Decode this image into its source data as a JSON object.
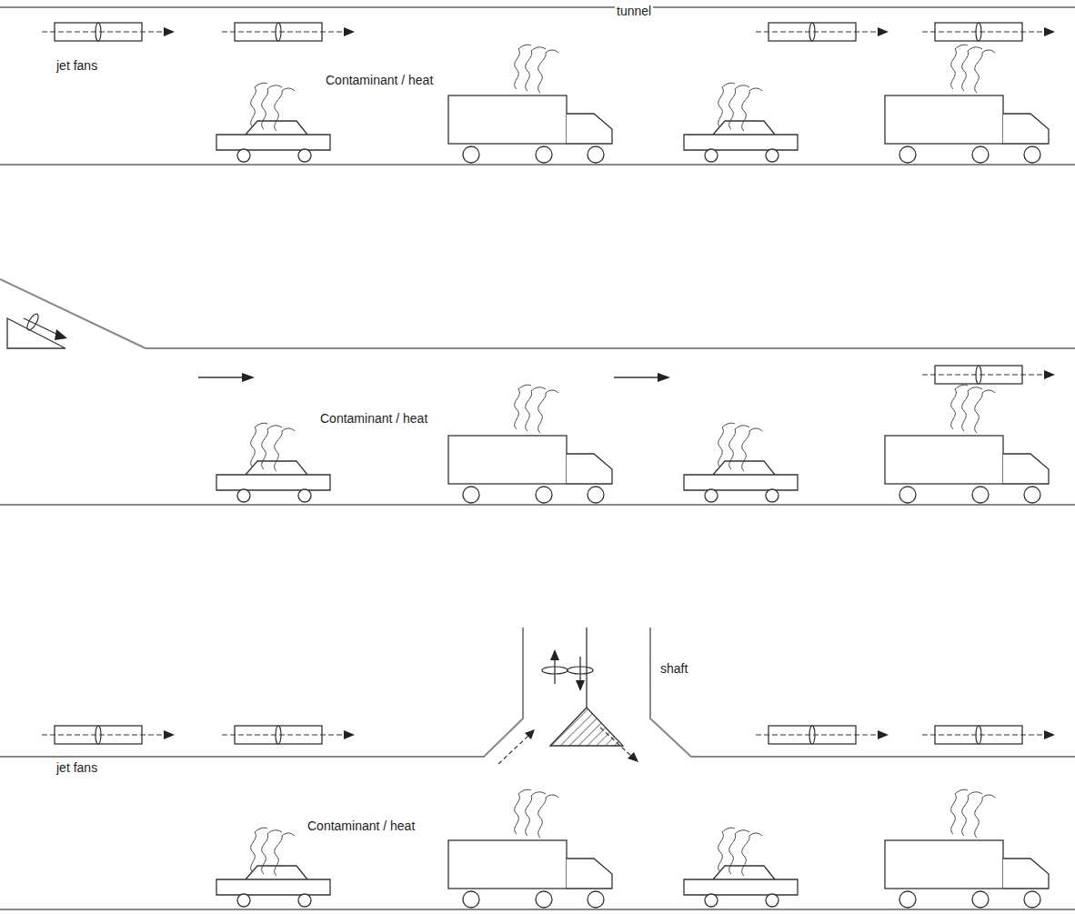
{
  "diagram": {
    "labels": [
      "tunnel",
      "jet fans",
      "Contaminant / heat",
      "Contaminant / heat",
      "shaft",
      "jet fans",
      "Contaminant / heat"
    ]
  }
}
